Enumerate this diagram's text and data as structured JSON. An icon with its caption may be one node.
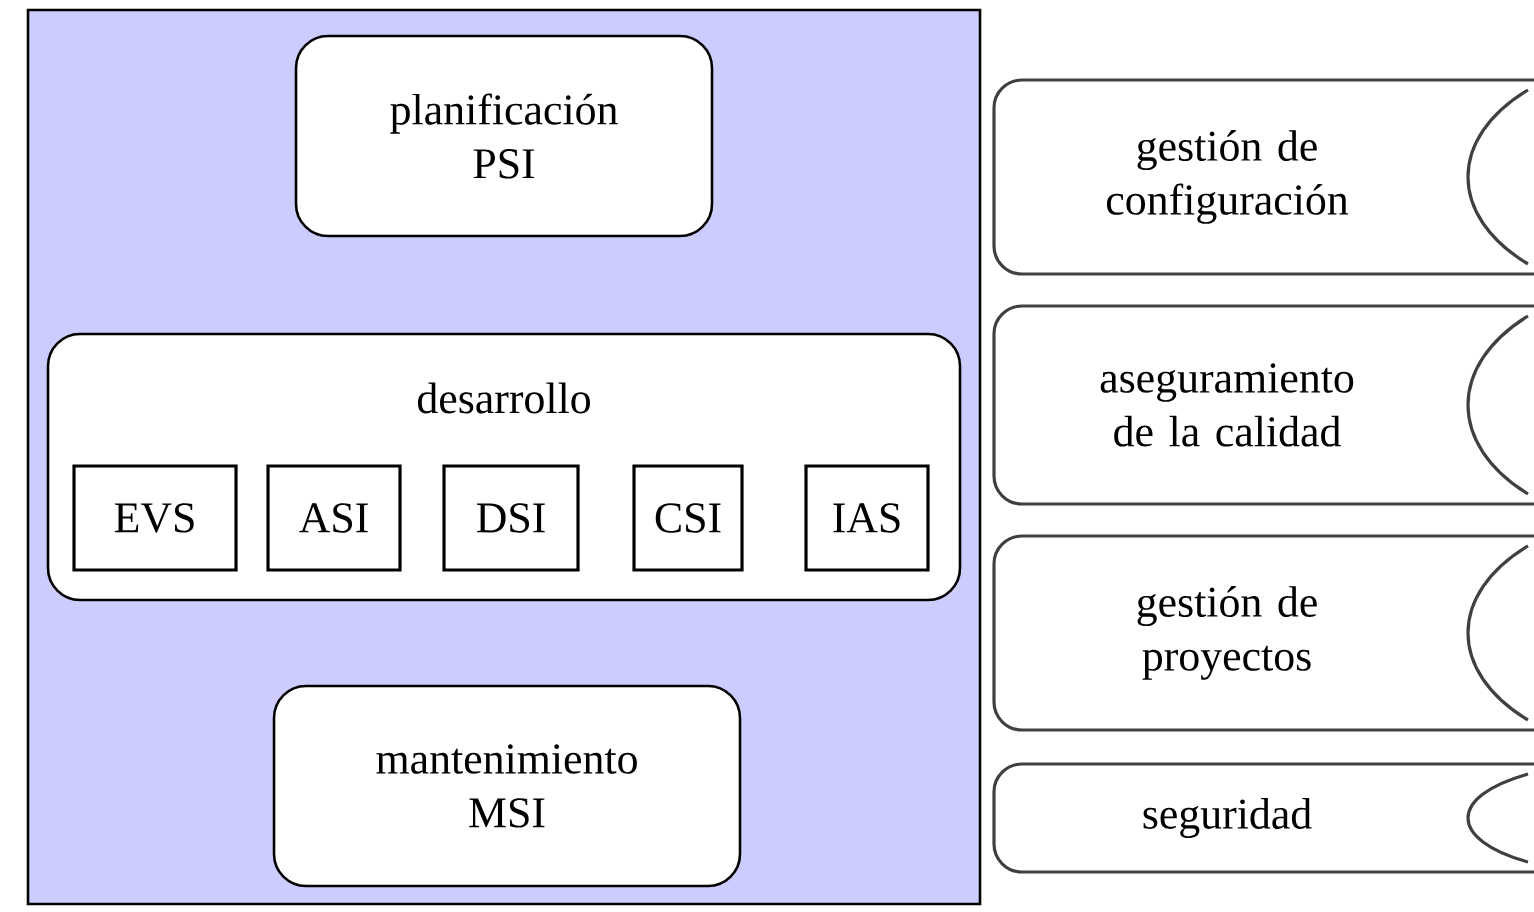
{
  "diagram": {
    "nodes": [
      {
        "text": [],
        "shape": "box"
      },
      {
        "text": [
          "planificación PSI"
        ],
        "in": 0
      },
      {
        "text": [
          "desarrollo"
        ],
        "in": 0
      },
      {
        "text": [
          "EVS"
        ],
        "in": 2
      },
      {
        "text": [
          "ASI"
        ],
        "in": 2
      },
      {
        "text": [
          "DSI"
        ],
        "in": 2
      },
      {
        "text": [
          "CSI"
        ],
        "in": 2
      },
      {
        "text": [
          "IAS"
        ],
        "in": 2
      },
      {
        "text": [
          "mantenimiento MSI"
        ],
        "in": 0
      },
      {
        "text": [
          "gestión de configuración"
        ]
      },
      {
        "text": [
          "aseguramiento de la calidad"
        ]
      },
      {
        "text": [
          "gestión de proyectos"
        ]
      },
      {
        "text": [
          "seguridad"
        ]
      }
    ]
  }
}
